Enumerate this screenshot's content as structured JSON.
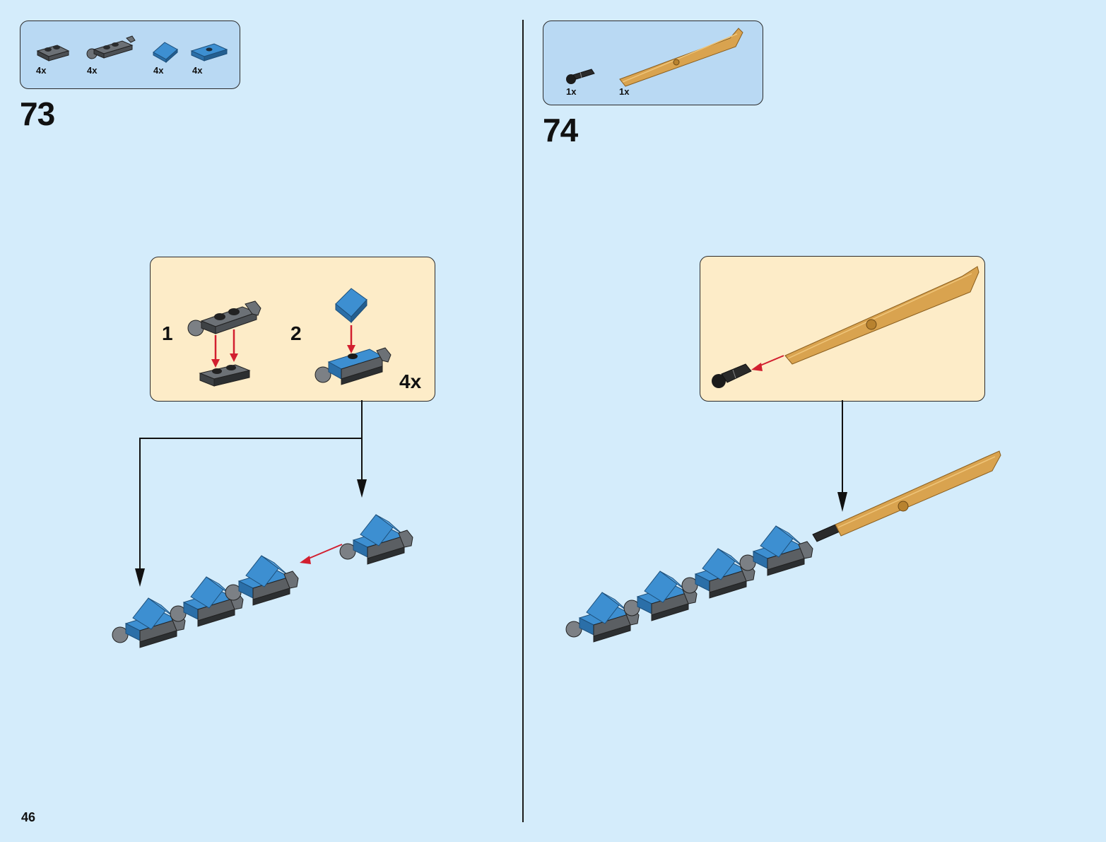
{
  "page_number": "46",
  "steps": [
    {
      "number": "73",
      "parts": [
        {
          "qty": "4x",
          "icon": "dark-grey-plate-1x2-icon"
        },
        {
          "qty": "4x",
          "icon": "dark-grey-plate-clip-icon"
        },
        {
          "qty": "4x",
          "icon": "blue-slope-icon"
        },
        {
          "qty": "4x",
          "icon": "blue-plate-1x2-jumper-icon"
        }
      ],
      "substeps": [
        {
          "label": "1"
        },
        {
          "label": "2"
        }
      ],
      "multiplier": "4x"
    },
    {
      "number": "74",
      "parts": [
        {
          "qty": "1x",
          "icon": "black-bar-holder-icon"
        },
        {
          "qty": "1x",
          "icon": "gold-blade-icon"
        }
      ]
    }
  ],
  "colors": {
    "background": "#d4ecfb",
    "parts_box": "#b9d9f3",
    "subassembly_box": "#fdecc8",
    "brick_blue": "#3d8fd1",
    "brick_dark_grey": "#5b5f63",
    "gold": "#d9a34f",
    "arrow_red": "#d21f2f"
  }
}
